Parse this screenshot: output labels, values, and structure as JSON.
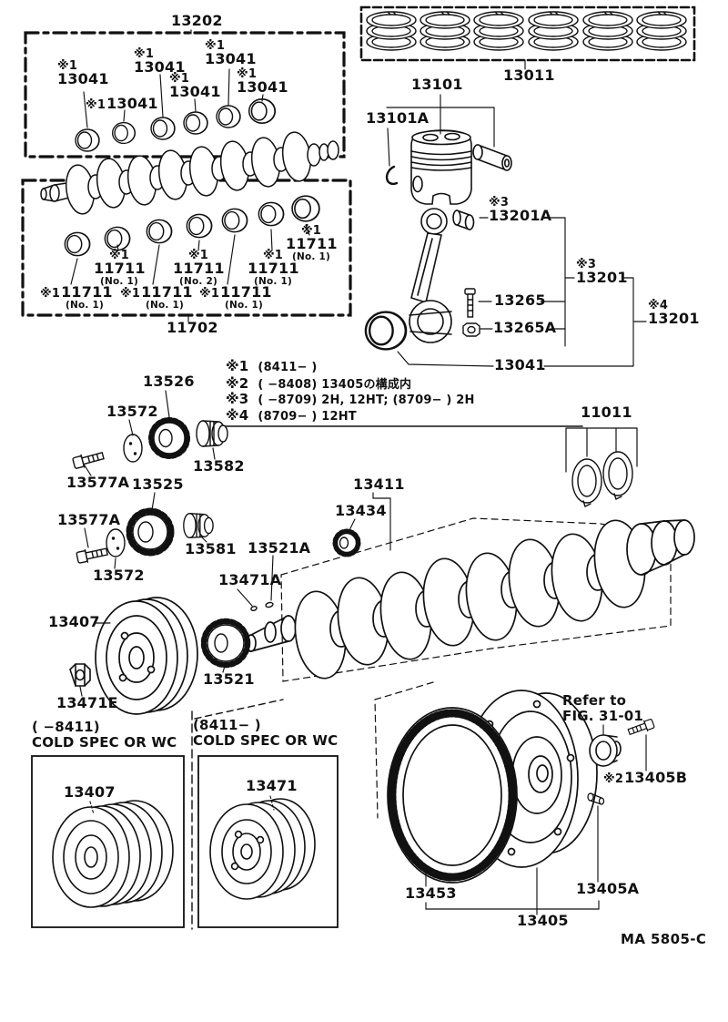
{
  "figure": {
    "code": "MA 5805-C",
    "refer_line1": "Refer to",
    "refer_line2": "FIG. 31-01"
  },
  "upper_left": {
    "box_label": "13202",
    "shaft_label": "11702",
    "main_bearings": [
      {
        "ref": "※1",
        "num": "13041"
      },
      {
        "ref": "※1",
        "num": "13041"
      },
      {
        "ref": "※1",
        "num": "13041"
      },
      {
        "ref": "※1",
        "num": "13041"
      },
      {
        "ref": "※1",
        "num": "13041"
      },
      {
        "ref": "※1",
        "num": "13041"
      }
    ],
    "lower_bearings": [
      {
        "ref": "※1",
        "num": "11711",
        "size": "(No. 1)"
      },
      {
        "ref": "※1",
        "num": "11711",
        "size": "(No. 1)"
      },
      {
        "ref": "※1",
        "num": "11711",
        "size": "(No. 1)"
      },
      {
        "ref": "※1",
        "num": "11711",
        "size": "(No. 2)"
      },
      {
        "ref": "※1",
        "num": "11711",
        "size": "(No. 1)"
      },
      {
        "ref": "※1",
        "num": "11711",
        "size": "(No. 1)"
      },
      {
        "ref": "※1",
        "num": "11711",
        "size": "(No. 1)"
      }
    ]
  },
  "piston_assembly": {
    "ring_set": "13011",
    "piston": "13101",
    "snap_ring": "13101A",
    "bushing_ref": "※3",
    "bushing": "13201A",
    "rod_ref": "※3",
    "rod": "13201",
    "rod_assy_ref": "※4",
    "rod_assy": "13201",
    "rod_bolt": "13265",
    "rod_nut": "13265A",
    "rod_bearing": "13041"
  },
  "notes": [
    {
      "ref": "※1",
      "text": "(8411−        )"
    },
    {
      "ref": "※2",
      "text": "(        −8408) 13405の構成内"
    },
    {
      "ref": "※3",
      "text": "(        −8709) 2H, 12HT; (8709−        ) 2H"
    },
    {
      "ref": "※4",
      "text": "(8709−        ) 12HT"
    }
  ],
  "timing": {
    "gear_upper": "13526",
    "plate_upper": "13572",
    "bolt_upper": "13577A",
    "hub_upper": "13582",
    "gear_lower": "13525",
    "plate_lower": "13572",
    "bolt_lower": "13577A",
    "hub_lower": "13581"
  },
  "crankshaft": {
    "crankshaft": "13411",
    "gear": "13434",
    "key_a": "13521A",
    "key_b": "13471A",
    "thrust_washer": "11011",
    "pulley": "13407",
    "pulley_nut": "13471E",
    "front_gear": "13521"
  },
  "pulley_boxes": {
    "left": {
      "range": "(        −8411)",
      "spec": "COLD SPEC OR WC",
      "part": "13407"
    },
    "right": {
      "range": "(8411−        )",
      "spec": "COLD SPEC OR WC",
      "part": "13471"
    }
  },
  "flywheel": {
    "bolt_ref": "※2",
    "bolt": "13405B",
    "ring_gear": "13453",
    "flywheel": "13405",
    "dowel": "13405A"
  }
}
